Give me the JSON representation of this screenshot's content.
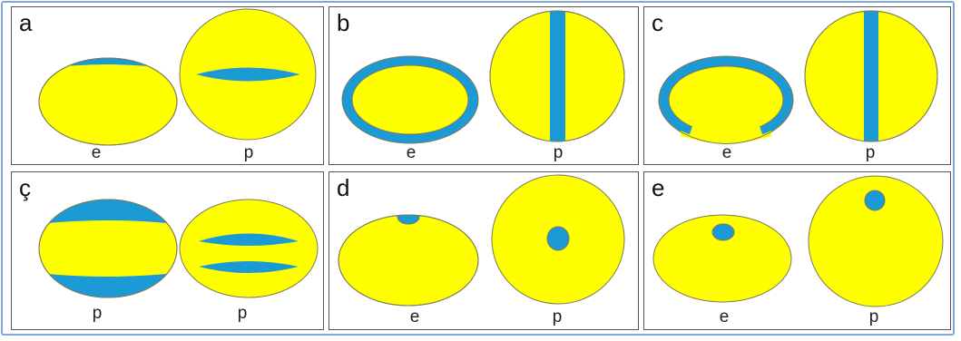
{
  "colors": {
    "fill": "#ffff00",
    "section": "#1b9ad6",
    "outline": "#7a7a5a",
    "border": "#555555",
    "frame": "#7ea6d6"
  },
  "panels": [
    {
      "letter": "a",
      "left_label": "e",
      "right_label": "p"
    },
    {
      "letter": "b",
      "left_label": "e",
      "right_label": "p"
    },
    {
      "letter": "c",
      "left_label": "e",
      "right_label": "p"
    },
    {
      "letter": "ç",
      "left_label": "p",
      "right_label": "p"
    },
    {
      "letter": "d",
      "left_label": "e",
      "right_label": "p"
    },
    {
      "letter": "e",
      "left_label": "e",
      "right_label": "p"
    }
  ]
}
